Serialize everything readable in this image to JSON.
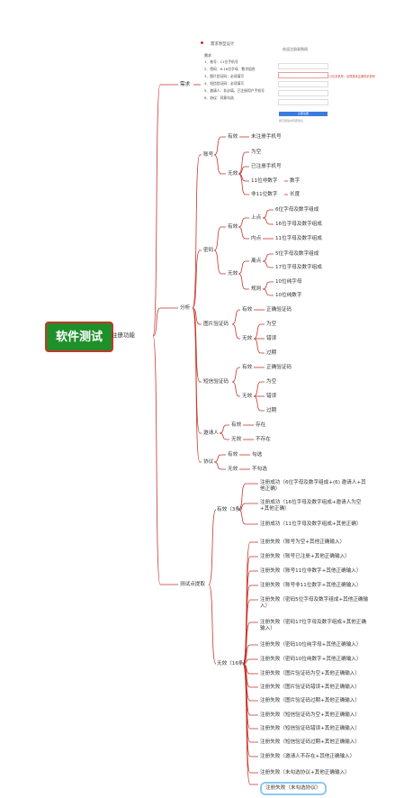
{
  "root": "软件测试",
  "l1": "注册功能",
  "requirement": {
    "title": "需求原型设计",
    "header": "需求",
    "lines": [
      "1、账号：11位手机号",
      "2、密码：6-16位字母、数字组合",
      "3、图片验证码：必须填写",
      "4、短信验证码：必须填写",
      "5、邀请人：非必填，已注册用户手机号",
      "6、协议：同意勾选"
    ]
  },
  "form": {
    "title": "欢迎注册易购网",
    "field1": "手机号",
    "field2": "密码",
    "field3": "图片验证码",
    "field4": "短信验证码",
    "field5": "邀请人手机号",
    "agree": "我已阅读并同意协议",
    "button": "立即注册",
    "note": "已有账号，立即登录",
    "annotation": "11位手机号，必须是未注册的手机号"
  },
  "nodes": {
    "xuqiu": "需求",
    "fenxi": "分析",
    "zhanghao": "账号",
    "zh_yx": "有效",
    "zh_yx_1": "未注册手机号",
    "zh_wx": "无效",
    "zh_wx_1": "为空",
    "zh_wx_2": "已注册手机号",
    "zh_wx_3": "11位非数字",
    "zh_wx_3a": "数字",
    "zh_wx_4": "非11位数字",
    "zh_wx_4a": "长度",
    "mima": "密码",
    "mm_yx": "有效",
    "mm_yx_sd": "上点",
    "mm_yx_sd_1": "6位字母及数字组成",
    "mm_yx_sd_2": "16位字母及数字组成",
    "mm_yx_nd": "内点",
    "mm_yx_nd_1": "11位字母及数字组成",
    "mm_wx": "无效",
    "mm_wx_ld": "离点",
    "mm_wx_ld_1": "5位字母及数字组成",
    "mm_wx_ld_2": "17位字母及数字组成",
    "mm_wx_gz": "规则",
    "mm_wx_gz_1": "10位纯字母",
    "mm_wx_gz_2": "10位纯数字",
    "tp": "图片验证码",
    "tp_yx": "有效",
    "tp_yx_1": "正确验证码",
    "tp_wx": "无效",
    "tp_wx_1": "为空",
    "tp_wx_2": "错误",
    "tp_wx_3": "过期",
    "dx": "短信验证码",
    "dx_yx": "有效",
    "dx_yx_1": "正确验证码",
    "dx_wx": "无效",
    "dx_wx_1": "为空",
    "dx_wx_2": "错误",
    "dx_wx_3": "过期",
    "yqr": "邀请人",
    "yqr_yx": "有效",
    "yqr_yx_1": "存在",
    "yqr_wx": "无效",
    "yqr_wx_1": "不存在",
    "xy": "协议",
    "xy_yx": "有效",
    "xy_yx_1": "勾选",
    "xy_wx": "无效",
    "xy_wx_1": "不勾选",
    "cs": "测试点提取",
    "cs_yx": "有效（3条）",
    "cs_wx": "无效（16条）"
  },
  "valid_cases": [
    "注册成功（6位字母及数字组成+(6) 邀请人+其他正确）",
    "注册成功（16位字母及数字组成+邀请人为空+其他正确）",
    "注册成功（11位字母及数字组成+其他正确）"
  ],
  "invalid_cases": [
    "注册失败（账号为空+其他正确输入）",
    "注册失败（账号已注册+其他正确输入）",
    "注册失败（账号11位非数字+其他正确输入）",
    "注册失败（账号非11位数字+其他正确输入）",
    "注册失败（密码5位字母及数字组成+其他正确输入）",
    "注册失败（密码17位字母及数字组成+其他正确输入）",
    "注册失败（密码10位纯字母+其他正确输入）",
    "注册失败（密码10位纯数字+其他正确输入）",
    "注册失败（图片验证码为空+其他正确输入）",
    "注册失败（图片验证码错误+其他正确输入）",
    "注册失败（图片验证码过期+其他正确输入）",
    "注册失败（短信验证码为空+其他正确输入）",
    "注册失败（短信验证码错误+其他正确输入）",
    "注册失败（短信验证码过期+其他正确输入）",
    "注册失败（邀请人不存在+其他正确输入）",
    "注册失败（未勾选协议+其他正确输入）",
    "注册失败（未勾选协议）"
  ],
  "colors": {
    "branch": "#c5352b",
    "root_bg": "#1f8f2a",
    "highlight": "#8ec9ef"
  }
}
